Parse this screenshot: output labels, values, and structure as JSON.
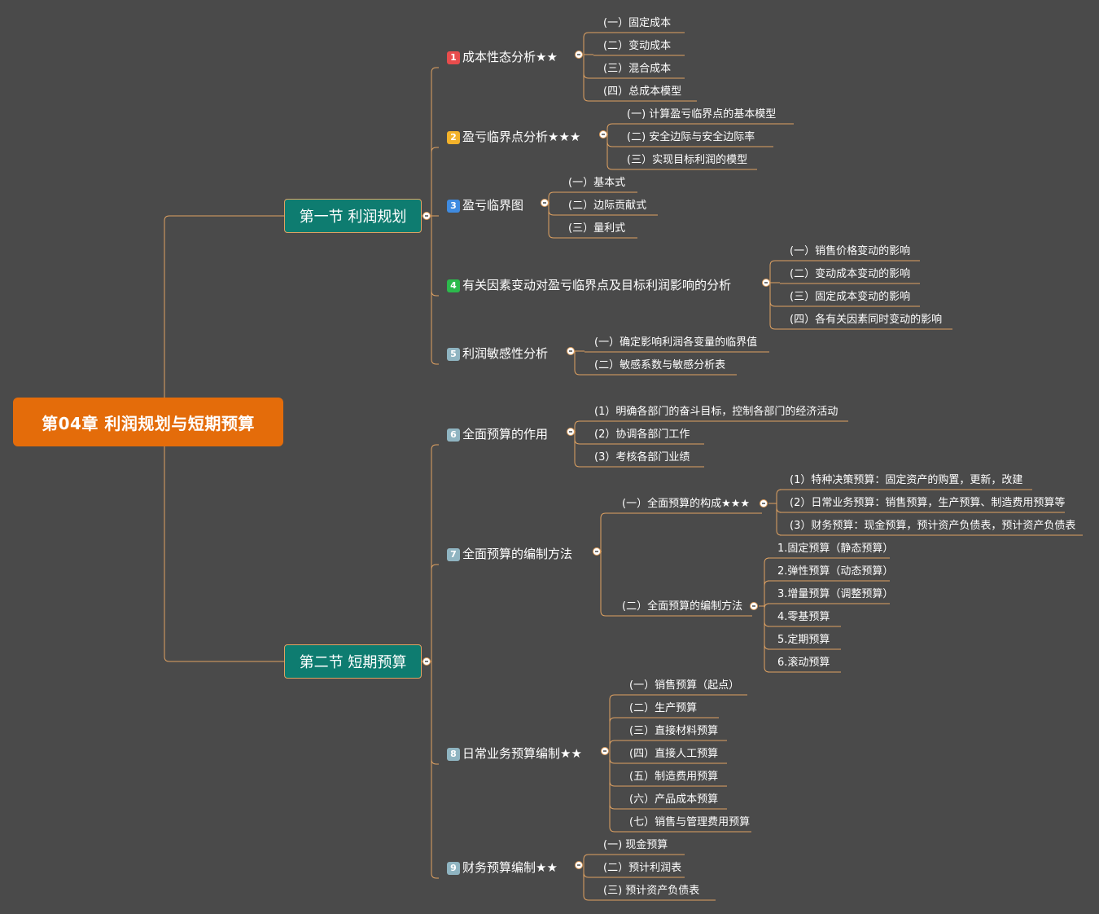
{
  "root": {
    "label": "第04章  利润规划与短期预算",
    "color": "#e46c0a"
  },
  "sections": [
    {
      "label": "第一节 利润规划"
    },
    {
      "label": "第二节 短期预算"
    }
  ],
  "topics": [
    {
      "num": "1",
      "label": "成本性态分析★★",
      "badge_color": "#e84c4c",
      "children": [
        "(一）固定成本",
        "(二）变动成本",
        "(三）混合成本",
        "(四）总成本模型"
      ]
    },
    {
      "num": "2",
      "label": "盈亏临界点分析★★★",
      "badge_color": "#f3b22a",
      "children": [
        "(一)   计算盈亏临界点的基本模型",
        "(二)   安全边际与安全边际率",
        "(三）实现目标利润的模型"
      ]
    },
    {
      "num": "3",
      "label": "盈亏临界图",
      "badge_color": "#3f8be0",
      "children": [
        "(一）基本式",
        "(二）边际贡献式",
        "(三）量利式"
      ]
    },
    {
      "num": "4",
      "label": "有关因素变动对盈亏临界点及目标利润影响的分析",
      "badge_color": "#2cb94c",
      "children": [
        "(一）销售价格变动的影响",
        "(二）变动成本变动的影响",
        "(三）固定成本变动的影响",
        "(四）各有关因素同时变动的影响"
      ]
    },
    {
      "num": "5",
      "label": "利润敏感性分析",
      "badge_color": "#8fb4c1",
      "children": [
        "(一）确定影响利润各变量的临界值",
        "(二）敏感系数与敏感分析表"
      ]
    },
    {
      "num": "6",
      "label": "全面预算的作用",
      "badge_color": "#8fb4c1",
      "children": [
        "(1）明确各部门的奋斗目标，控制各部门的经济活动",
        "(2）协调各部门工作",
        "(3）考核各部门业绩"
      ]
    },
    {
      "num": "7",
      "label": "全面预算的编制方法",
      "badge_color": "#8fb4c1",
      "groups": [
        {
          "label": "(一）全面预算的构成★★★",
          "children": [
            "(1）特种决策预算：固定资产的购置，更新，改建",
            "(2）日常业务预算：销售预算，生产预算、制造费用预算等",
            "(3）财务预算：现金预算，预计资产负债表，预计资产负债表"
          ]
        },
        {
          "label": "(二）全面预算的编制方法",
          "children": [
            "1.固定预算（静态预算）",
            "2.弹性预算（动态预算）",
            "3.增量预算（调整预算）",
            "4.零基预算",
            "5.定期预算",
            "6.滚动预算"
          ]
        }
      ]
    },
    {
      "num": "8",
      "label": "日常业务预算编制★★",
      "badge_color": "#8fb4c1",
      "children": [
        "(一）销售预算（起点）",
        "(二）生产预算",
        "(三）直接材料预算",
        "(四）直接人工预算",
        "(五）制造费用预算",
        "(六）产品成本预算",
        "(七）销售与管理费用预算"
      ]
    },
    {
      "num": "9",
      "label": "财务预算编制★★",
      "badge_color": "#8fb4c1",
      "children": [
        "(一)   现金预算",
        "(二）预计利润表",
        "(三)   预计资产负债表"
      ]
    }
  ],
  "line_color": "#e0a262"
}
